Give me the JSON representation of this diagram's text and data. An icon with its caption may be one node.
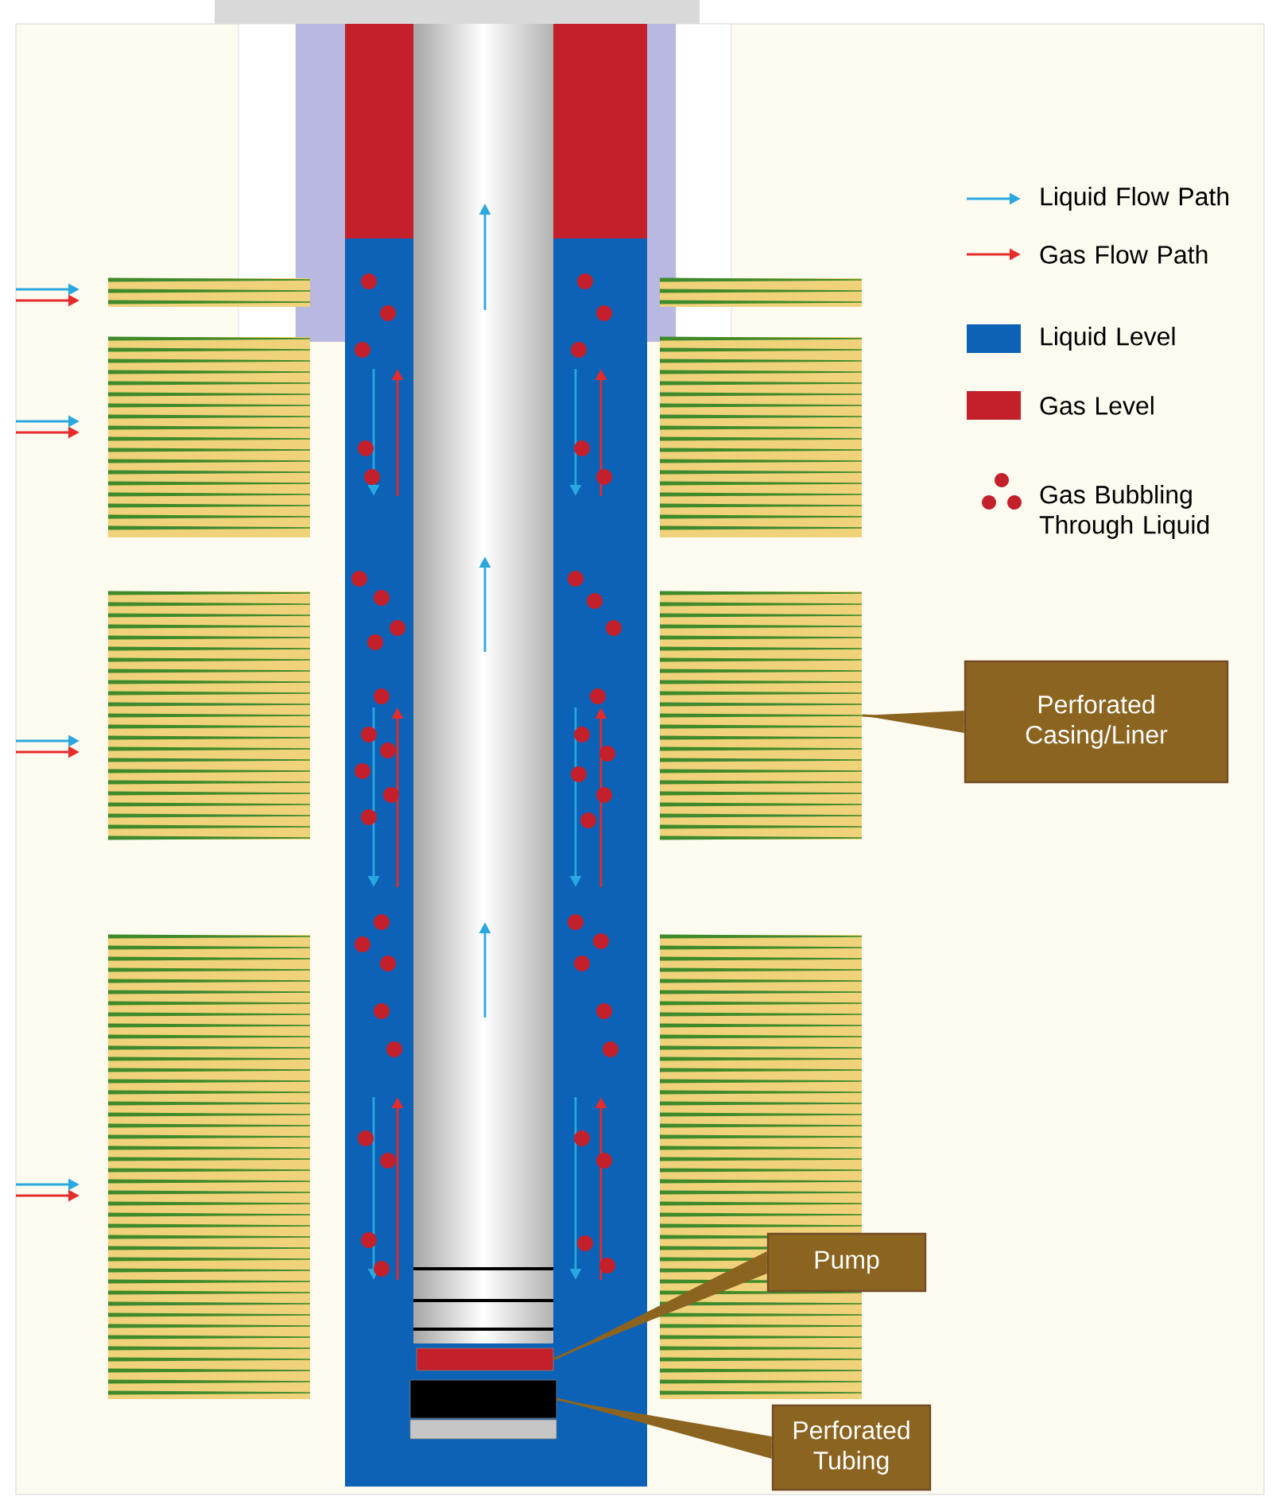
{
  "diagram": {
    "nodes": [
      {
        "text": [
          "Perforated Casing/Liner"
        ]
      },
      {
        "text": [
          "Pump"
        ]
      },
      {
        "text": [
          "Perforated Tubing"
        ]
      },
      {
        "text": [],
        "shape": "picture"
      },
      {
        "text": [],
        "shape": "bar"
      },
      {
        "text": [],
        "shape": "bar"
      }
    ],
    "edges": [
      {
        "from": 0,
        "to": 3,
        "arrow": "none"
      },
      {
        "from": 1,
        "to": 4,
        "arrow": "none"
      },
      {
        "from": 2,
        "to": 5,
        "arrow": "none"
      }
    ],
    "legend": [
      {
        "text": "Liquid Flow Path"
      },
      {
        "text": "Gas Flow Path"
      },
      {
        "text": "Liquid Level",
        "color": "#0b62b6"
      },
      {
        "text": "Gas Level",
        "color": "#c3202c"
      },
      {
        "text": "Gas Bubbling Through Liquid"
      }
    ]
  }
}
